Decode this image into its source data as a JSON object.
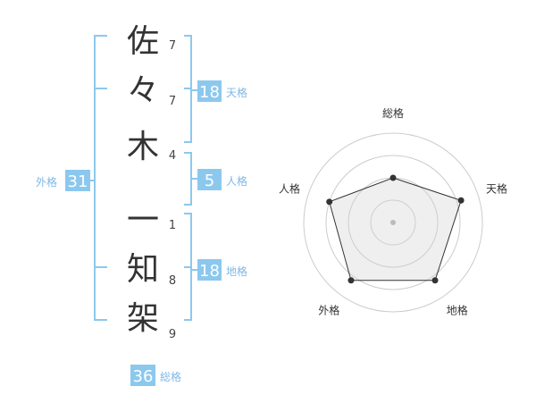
{
  "name": {
    "characters": [
      {
        "char": "佐",
        "strokes": "7"
      },
      {
        "char": "々",
        "strokes": "7"
      },
      {
        "char": "木",
        "strokes": "4"
      },
      {
        "char": "一",
        "strokes": "1"
      },
      {
        "char": "知",
        "strokes": "8"
      },
      {
        "char": "架",
        "strokes": "9"
      }
    ]
  },
  "fortunes": {
    "tenkaku": {
      "value": "18",
      "label": "天格"
    },
    "jinkaku": {
      "value": "5",
      "label": "人格"
    },
    "chikaku": {
      "value": "18",
      "label": "地格"
    },
    "gaikaku": {
      "value": "31",
      "label": "外格"
    },
    "soukaku": {
      "value": "36",
      "label": "総格"
    }
  },
  "chart_data": {
    "type": "radar",
    "axes": [
      "総格",
      "天格",
      "地格",
      "外格",
      "人格"
    ],
    "values": [
      0.5,
      0.8,
      0.8,
      0.8,
      0.75
    ],
    "range": [
      0,
      1
    ],
    "rings": 4
  },
  "colors": {
    "accent": "#8cc8ee",
    "accent_text": "#7fb8e6",
    "polygon_stroke": "#333333"
  }
}
